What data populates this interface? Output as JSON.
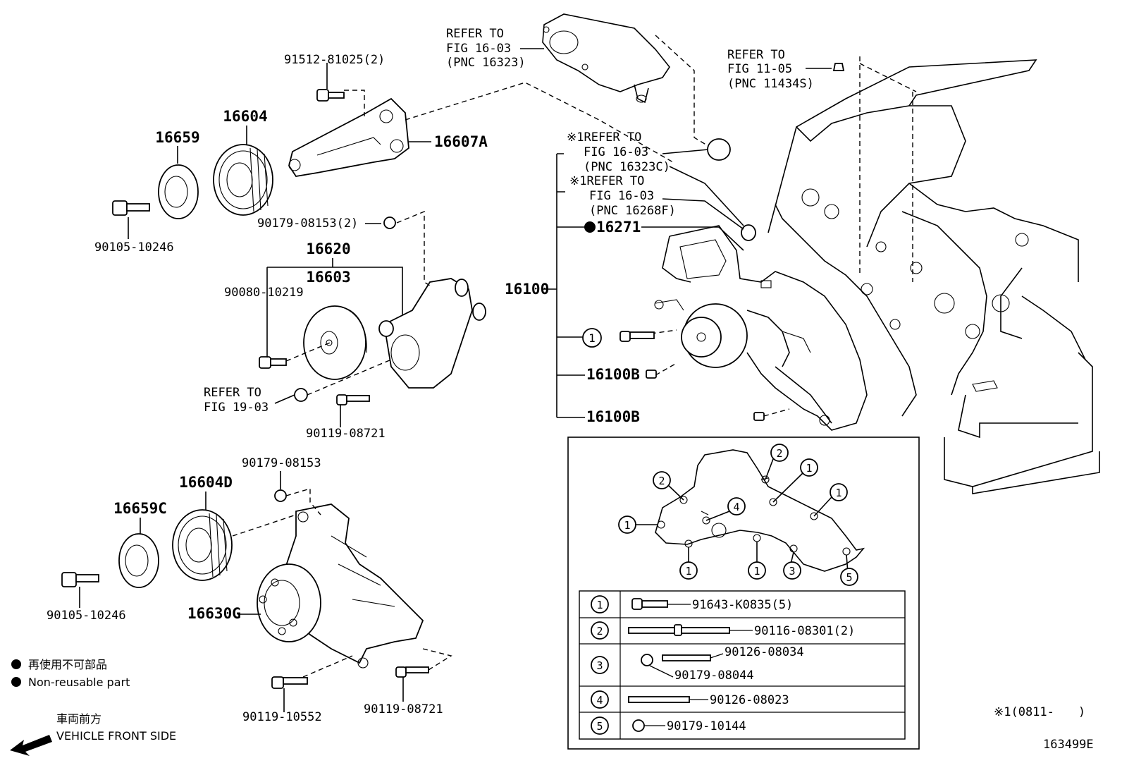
{
  "labels": {
    "p16659": "16659",
    "p16604": "16604",
    "p91512": "91512-81025(2)",
    "p16607A": "16607A",
    "p90105a": "90105-10246",
    "p90179a": "90179-08153(2)",
    "p16620": "16620",
    "p16603": "16603",
    "p90080": "90080-10219",
    "p90119a": "90119-08721",
    "p90179b": "90179-08153",
    "p16604D": "16604D",
    "p16659C": "16659C",
    "p90105b": "90105-10246",
    "p16630G": "16630G",
    "p90119b": "90119-10552",
    "p90119c": "90119-08721",
    "p16100": "16100",
    "p16271": "16271",
    "p16100B1": "16100B",
    "p16100B2": "16100B"
  },
  "refs": {
    "r1": [
      "REFER TO",
      "FIG 16-03",
      "(PNC 16323)"
    ],
    "r2": [
      "REFER TO",
      "FIG 11-05",
      "(PNC 11434S)"
    ],
    "r3": [
      "※1REFER TO",
      "FIG 16-03",
      "(PNC 16323C)"
    ],
    "r4": [
      "※1REFER TO",
      "FIG 16-03",
      "(PNC 16268F)"
    ],
    "r5": [
      "REFER TO",
      "FIG 19-03"
    ]
  },
  "bolt_table": [
    {
      "num": "1",
      "parts": [
        "91643-K0835(5)"
      ]
    },
    {
      "num": "2",
      "parts": [
        "90116-08301(2)"
      ]
    },
    {
      "num": "3",
      "parts": [
        "90126-08034",
        "90179-08044"
      ]
    },
    {
      "num": "4",
      "parts": [
        "90126-08023"
      ]
    },
    {
      "num": "5",
      "parts": [
        "90179-10144"
      ]
    }
  ],
  "inset_callouts": [
    "2",
    "1",
    "1",
    "2",
    "4",
    "1",
    "1",
    "1",
    "3",
    "5"
  ],
  "legend": {
    "jp": "再使用不可部品",
    "en": "Non-reusable part",
    "front_jp": "車両前方",
    "front_en": "VEHICLE FRONT SIDE"
  },
  "note": "※1(0811-　　)",
  "figure_id": "163499E"
}
